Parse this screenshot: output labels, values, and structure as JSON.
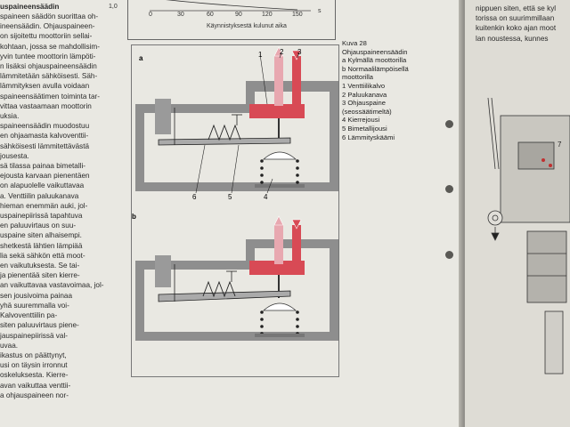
{
  "left_column": {
    "heading": "uspaineensäädin",
    "lines": [
      "spaineen säädön suorittaa oh-",
      "ineensäädin. Ohjauspaineen-",
      "on sijoitettu moottoriin sellai-",
      "kohtaan, jossa se mahdollisim-",
      "yvin tuntee moottorin lämpöti-",
      "n lisäksi ohjauspaineensäädin",
      "lämmitetään sähköisesti. Säh-",
      "lämmityksen avulla voidaan",
      "spaineensäätimen toiminta tar-",
      "vittaa vastaamaan moottorin",
      "uksia.",
      "spaineensäädin muodostuu",
      "en ohjaamasta kalvoventtii-",
      "sähköisesti lämmitettävästä",
      "jousesta.",
      "sä tilassa painaa bimetalli-",
      "ejousta karvaan pienentäen",
      "on alapuolelle vaikuttavaa",
      "a. Venttiilin paluukanava",
      "hieman enemmän auki, jol-",
      "uspainepiirissä tapahtuva",
      "en paluuvirtaus on suu-",
      "uspaine siten alhaisempi.",
      "shetkestä lähtien lämpiää",
      "lia sekä sähkön että moot-",
      "en vaikutuksesta. Se tai-",
      "ja pienentää siten kierre-",
      "an vaikuttavaa vastavoimaa, jol-",
      "sen jousivoima painaa",
      "yhä suuremmalla voi-",
      "Kalvoventtiilin pa-",
      "siten paluuvirtaus piene-",
      "jauspainepiirissä val-",
      "uvaa.",
      "ikastus on päättynyt,",
      "usi on täysin irronnut",
      "oskeluksesta. Kierre-",
      "avan vaikuttaa venttii-",
      "a ohjauspaineen nor-"
    ]
  },
  "chart": {
    "y_tick": "1,0",
    "x_ticks": [
      "0",
      "30",
      "60",
      "90",
      "120",
      "150",
      "s"
    ],
    "xlabel": "Käynnistyksestä kulunut aika"
  },
  "figure": {
    "label_a": "a",
    "label_b": "b",
    "callouts_a": [
      "1",
      "2",
      "3",
      "6",
      "5",
      "4"
    ]
  },
  "caption": {
    "title": "Kuva 28",
    "subtitle": "Ohjauspaineensäädin",
    "lines": [
      "a Kylmällä moottorilla",
      "b Normaalilämpöisellä",
      "   moottorilla",
      "1  Venttiilikalvo",
      "2  Paluukanava",
      "3  Ohjauspaine",
      "   (seossäätimeltä)",
      "4  Kierrejousi",
      "5  Bimetallijousi",
      "6  Lämmityskäämi"
    ]
  },
  "right_column": {
    "lines": [
      "nippuen siten, että se kyl",
      "torissa on suurimmillaan",
      "kuitenkin koko ajan moot",
      "lan noustessa, kunnes"
    ],
    "callout": "7"
  },
  "colors": {
    "paper": "#e9e8e2",
    "housing": "#8e8e8e",
    "red": "#d84a55",
    "pink": "#e8a8b0"
  }
}
